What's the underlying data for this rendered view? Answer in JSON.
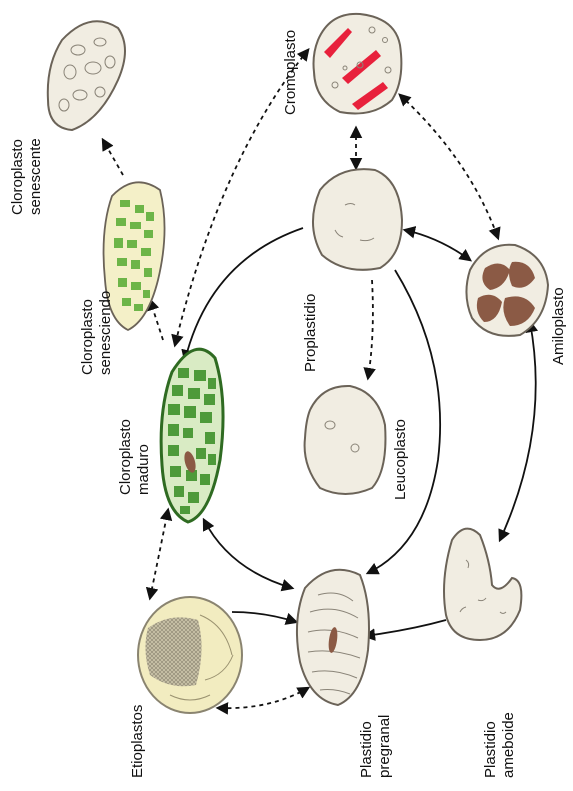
{
  "labels": {
    "cromoplasto": "Cromoplasto",
    "cloroplasto_senescente": [
      "Cloroplasto",
      "senescente"
    ],
    "cloroplasto_senesciendo": [
      "Cloroplasto",
      "senesciendo"
    ],
    "cloroplasto_maduro": [
      "Cloroplasto",
      "maduro"
    ],
    "proplastidio": "Proplastidio",
    "amiloplasto": "Amiloplasto",
    "leucoplasto": "Leucoplasto",
    "etioplastos": "Etioplastos",
    "plastidio_pregranal": [
      "Plastidio",
      "pregranal"
    ],
    "plastidio_ameboide": [
      "Plastidio",
      "ameboide"
    ]
  },
  "colors": {
    "cell_fill": "#f1ede2",
    "chloroplast_green": "#4e9a3a",
    "chloroplast_fill": "#d9ebc4",
    "senescing_fill": "#f4f0c8",
    "senescing_green": "#6db548",
    "chromoplast_red": "#e8213c",
    "starch_brown": "#8b5a45",
    "etioplast_fill": "#f2ecc0"
  }
}
